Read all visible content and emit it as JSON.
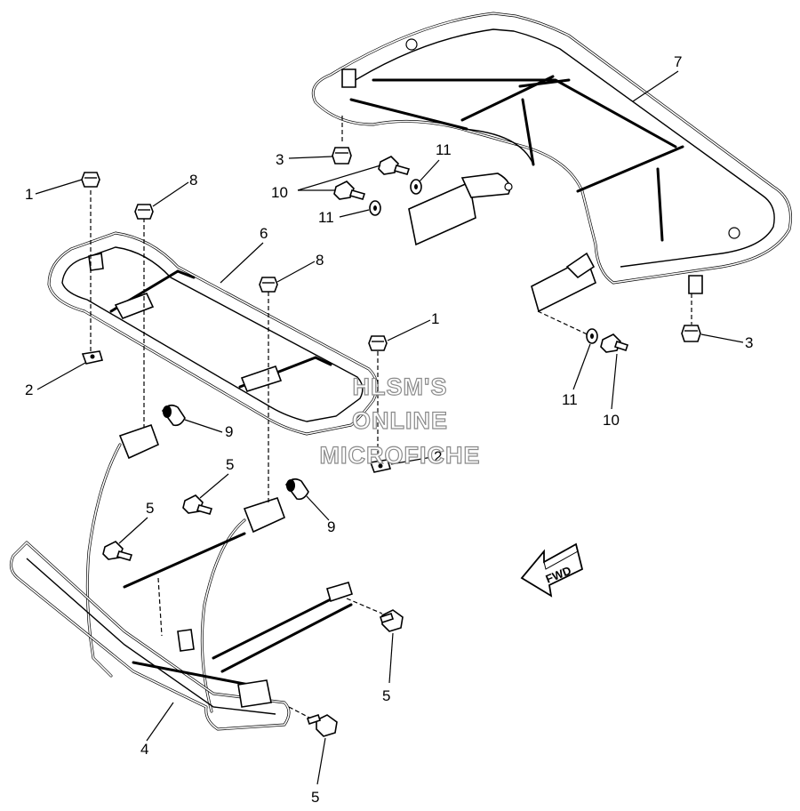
{
  "watermark": {
    "line1": "HLSM'S",
    "line2": "ONLINE",
    "line3": "MICROFICHE"
  },
  "direction_arrow": {
    "label": "FWD"
  },
  "callouts": {
    "rear_carrier": "7",
    "front_carrier": "6",
    "front_bumper": "4",
    "bolt_1_left": "1",
    "bolt_1_right": "1",
    "nut_2_left": "2",
    "nut_2_right": "2",
    "bolt_3_upper": "3",
    "bolt_3_lower": "3",
    "bolt_5_a": "5",
    "bolt_5_b": "5",
    "bolt_5_c": "5",
    "bolt_5_d": "5",
    "bolt_8_a": "8",
    "bolt_8_b": "8",
    "cap_9_a": "9",
    "cap_9_b": "9",
    "bolt_10_group": "10",
    "bolt_10_lower": "10",
    "washer_11_a": "11",
    "washer_11_b": "11",
    "washer_11_c": "11"
  }
}
